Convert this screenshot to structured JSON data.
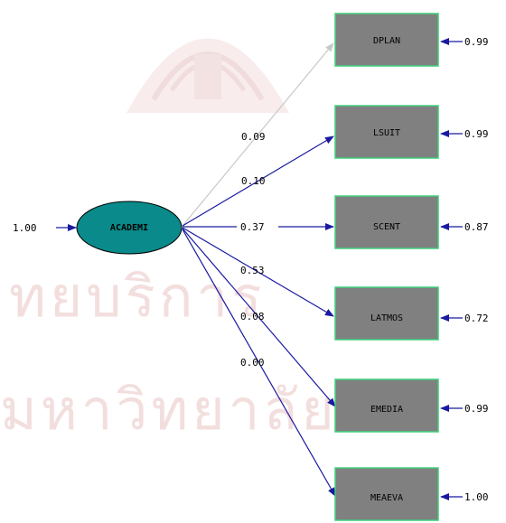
{
  "diagram": {
    "latent": {
      "label": "ACADEMI",
      "variance": "1.00",
      "fill": "#0a8a8a"
    },
    "indicators": [
      {
        "label": "DPLAN",
        "loading": "0.09",
        "error": "0.99",
        "path_color": "#c8c8c8"
      },
      {
        "label": "LSUIT",
        "loading": "0.10",
        "error": "0.99",
        "path_color": "#1a1aa0"
      },
      {
        "label": "SCENT",
        "loading": "0.37",
        "error": "0.87",
        "path_color": "#1a1aa0"
      },
      {
        "label": "LATMOS",
        "loading": "0.53",
        "error": "0.72",
        "path_color": "#1a1aa0"
      },
      {
        "label": "EMEDIA",
        "loading": "0.08",
        "error": "0.99",
        "path_color": "#1a1aa0"
      },
      {
        "label": "MEAEVA",
        "loading": "0.00",
        "error": "1.00",
        "path_color": "#1a1aa0"
      }
    ],
    "colors": {
      "box_fill": "#808080",
      "box_border": "#3ed07a",
      "arrow": "#1a1aa0"
    }
  },
  "watermark": {
    "line1": "ทยบริการ",
    "line2": "มหาวิทยาลัย"
  }
}
